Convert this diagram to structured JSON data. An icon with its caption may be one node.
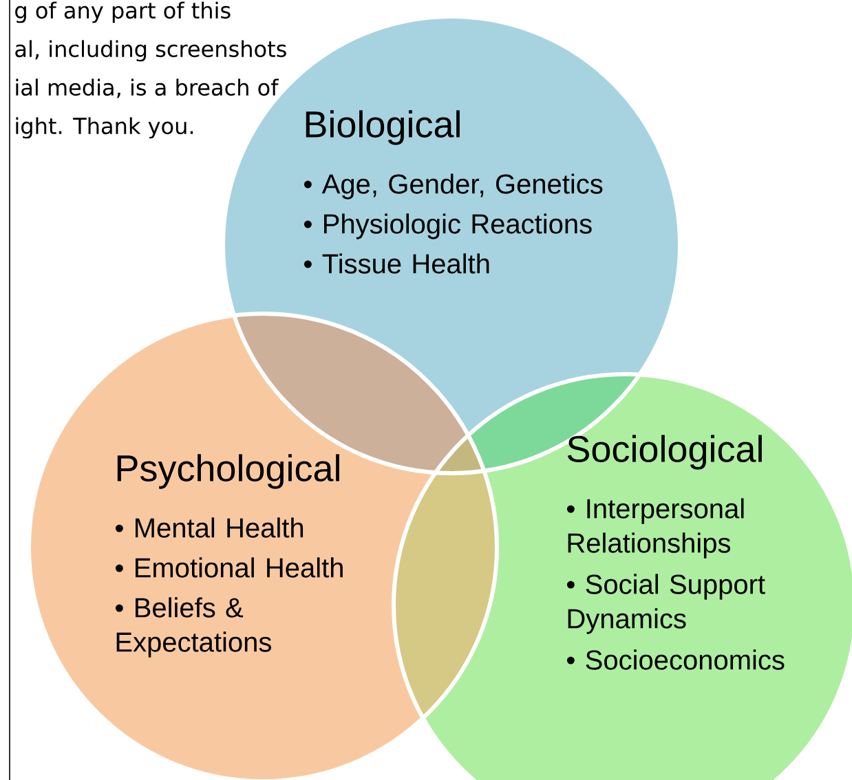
{
  "diagram": {
    "nodes": [
      {
        "text": [
          "Biological",
          "• Age, Gender, Genetics",
          "• Physiologic Reactions",
          "• Tissue Health"
        ]
      },
      {
        "text": [
          "Psychological",
          "• Mental Health",
          "• Emotional Health",
          "• Beliefs & Expectations"
        ]
      },
      {
        "text": [
          "Sociological",
          "• Interpersonal Relationships",
          "• Social Support Dynamics",
          "• Socioeconomics"
        ]
      }
    ],
    "labels": [
      "g of any part of this",
      "al, including screenshots",
      "ial media, is a breach of",
      "ight. Thank you."
    ]
  }
}
